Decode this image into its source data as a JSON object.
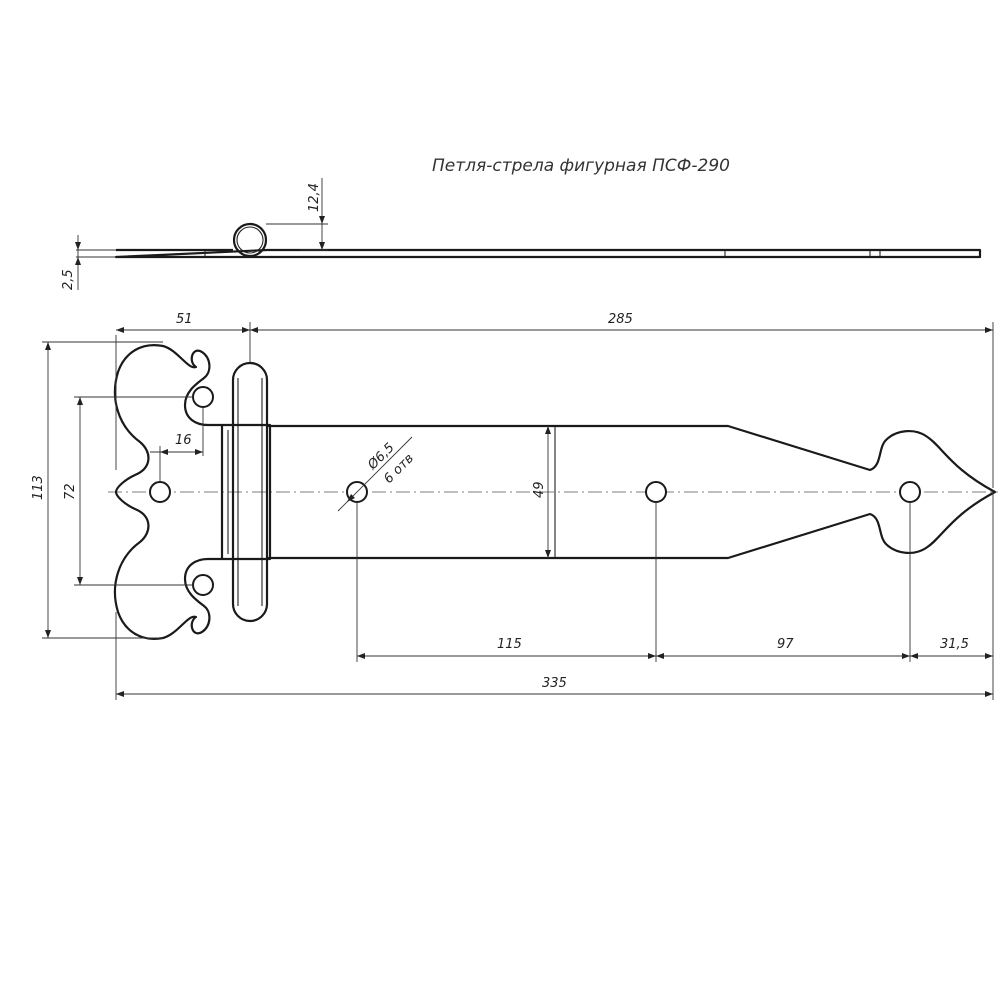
{
  "title": "Петля-стрела фигурная ПСФ-290",
  "side_view": {
    "thickness": "2,5",
    "knuckle_diameter": "12,4"
  },
  "top_view": {
    "flap_width": "51",
    "strap_length": "285",
    "total_height": "113",
    "holes_spacing": "72",
    "hole_offset": "16",
    "strap_width": "49",
    "hole_diameter": "Ø6,5",
    "hole_count": "6 отв",
    "hole_pitch_1": "115",
    "hole_pitch_2": "97",
    "tip_offset": "31,5",
    "total_length": "335"
  }
}
